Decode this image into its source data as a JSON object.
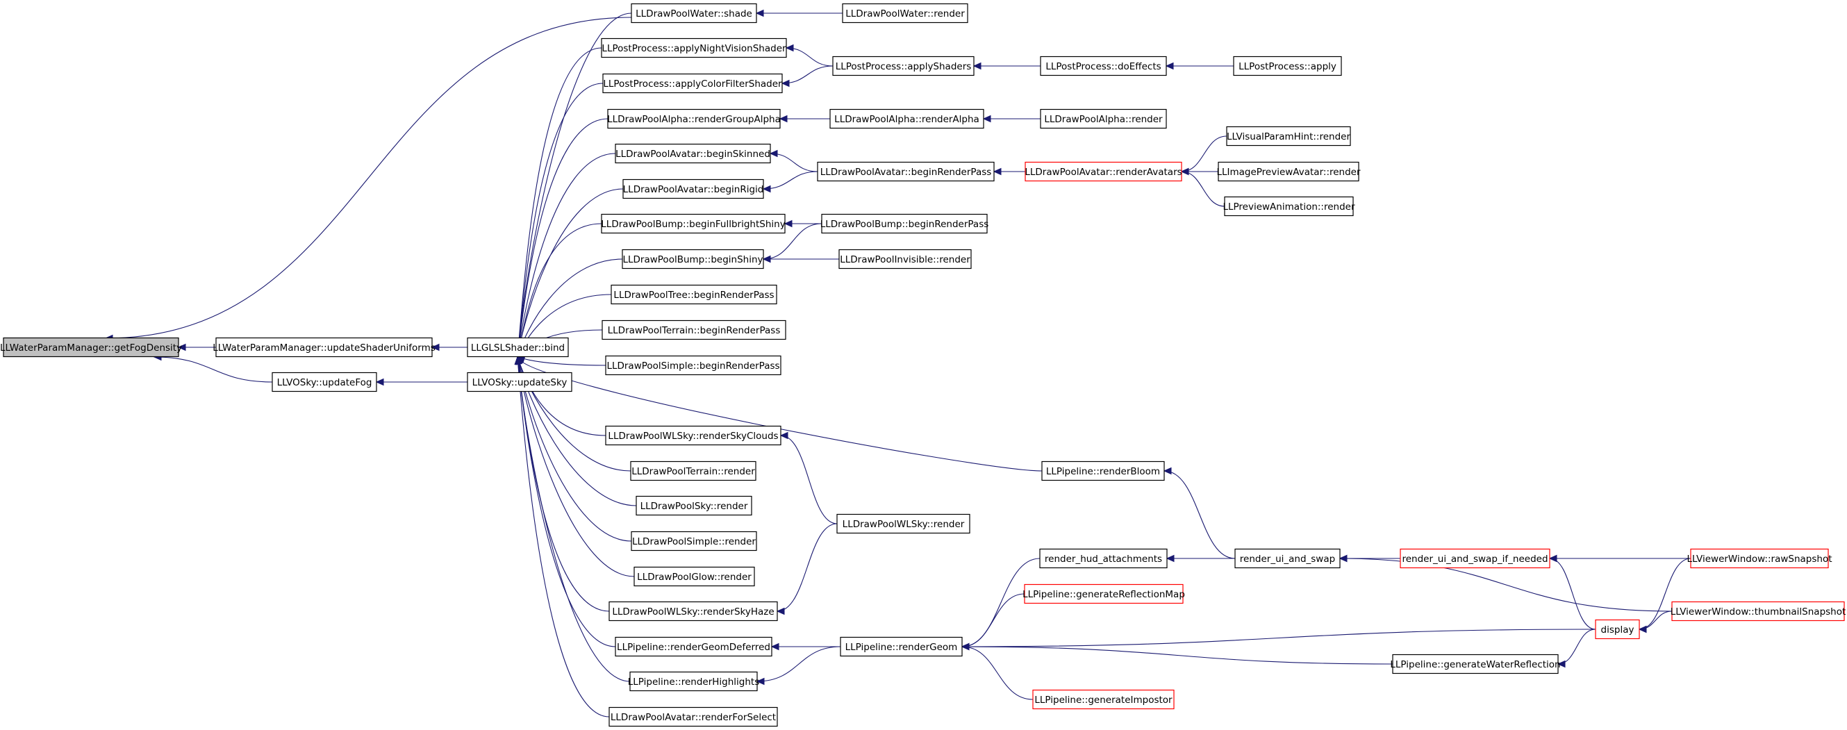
{
  "colors": {
    "edge": "#191970",
    "node_border": "#000000",
    "node_border_truncated": "#ff0000",
    "root_fill": "#bfbfbf",
    "node_fill": "#ffffff"
  },
  "nodes": [
    {
      "id": "root",
      "label": "LLWaterParamManager::getFogDensity",
      "kind": "root"
    },
    {
      "id": "updShUni",
      "label": "LLWaterParamManager::updateShaderUniforms"
    },
    {
      "id": "updFog",
      "label": "LLVOSky::updateFog"
    },
    {
      "id": "bind",
      "label": "LLGLSLShader::bind"
    },
    {
      "id": "updSky",
      "label": "LLVOSky::updateSky"
    },
    {
      "id": "wShade",
      "label": "LLDrawPoolWater::shade"
    },
    {
      "id": "wRender",
      "label": "LLDrawPoolWater::render"
    },
    {
      "id": "ppNV",
      "label": "LLPostProcess::applyNightVisionShader"
    },
    {
      "id": "ppCF",
      "label": "LLPostProcess::applyColorFilterShader"
    },
    {
      "id": "ppAS",
      "label": "LLPostProcess::applyShaders"
    },
    {
      "id": "ppDE",
      "label": "LLPostProcess::doEffects"
    },
    {
      "id": "ppA",
      "label": "LLPostProcess::apply"
    },
    {
      "id": "aRGA",
      "label": "LLDrawPoolAlpha::renderGroupAlpha"
    },
    {
      "id": "aRA",
      "label": "LLDrawPoolAlpha::renderAlpha"
    },
    {
      "id": "aR",
      "label": "LLDrawPoolAlpha::render"
    },
    {
      "id": "avBS",
      "label": "LLDrawPoolAvatar::beginSkinned"
    },
    {
      "id": "avBR",
      "label": "LLDrawPoolAvatar::beginRigid"
    },
    {
      "id": "avBRP",
      "label": "LLDrawPoolAvatar::beginRenderPass"
    },
    {
      "id": "avRA",
      "label": "LLDrawPoolAvatar::renderAvatars",
      "kind": "truncated"
    },
    {
      "id": "vph",
      "label": "LLVisualParamHint::render"
    },
    {
      "id": "ipa",
      "label": "LLImagePreviewAvatar::render"
    },
    {
      "id": "pa",
      "label": "LLPreviewAnimation::render"
    },
    {
      "id": "bFS",
      "label": "LLDrawPoolBump::beginFullbrightShiny"
    },
    {
      "id": "bBRP",
      "label": "LLDrawPoolBump::beginRenderPass"
    },
    {
      "id": "bBS",
      "label": "LLDrawPoolBump::beginShiny"
    },
    {
      "id": "invR",
      "label": "LLDrawPoolInvisible::render"
    },
    {
      "id": "treeBRP",
      "label": "LLDrawPoolTree::beginRenderPass"
    },
    {
      "id": "terBRP",
      "label": "LLDrawPoolTerrain::beginRenderPass"
    },
    {
      "id": "simBRP",
      "label": "LLDrawPoolSimple::beginRenderPass"
    },
    {
      "id": "wlRSC",
      "label": "LLDrawPoolWLSky::renderSkyClouds"
    },
    {
      "id": "terR",
      "label": "LLDrawPoolTerrain::render"
    },
    {
      "id": "skyR",
      "label": "LLDrawPoolSky::render"
    },
    {
      "id": "simR",
      "label": "LLDrawPoolSimple::render"
    },
    {
      "id": "glowR",
      "label": "LLDrawPoolGlow::render"
    },
    {
      "id": "wlRSH",
      "label": "LLDrawPoolWLSky::renderSkyHaze"
    },
    {
      "id": "wlR",
      "label": "LLDrawPoolWLSky::render"
    },
    {
      "id": "pRGD",
      "label": "LLPipeline::renderGeomDeferred"
    },
    {
      "id": "pRH",
      "label": "LLPipeline::renderHighlights"
    },
    {
      "id": "avRFS",
      "label": "LLDrawPoolAvatar::renderForSelect"
    },
    {
      "id": "pRB",
      "label": "LLPipeline::renderBloom"
    },
    {
      "id": "pRG",
      "label": "LLPipeline::renderGeom"
    },
    {
      "id": "rhud",
      "label": "render_hud_attachments"
    },
    {
      "id": "pGRM",
      "label": "LLPipeline::generateReflectionMap",
      "kind": "truncated"
    },
    {
      "id": "pGI",
      "label": "LLPipeline::generateImpostor",
      "kind": "truncated"
    },
    {
      "id": "ruas",
      "label": "render_ui_and_swap"
    },
    {
      "id": "ruasin",
      "label": "render_ui_and_swap_if_needed",
      "kind": "truncated"
    },
    {
      "id": "disp",
      "label": "display",
      "kind": "truncated"
    },
    {
      "id": "pGWR",
      "label": "LLPipeline::generateWaterReflection"
    },
    {
      "id": "vwRS",
      "label": "LLViewerWindow::rawSnapshot",
      "kind": "truncated"
    },
    {
      "id": "vwTS",
      "label": "LLViewerWindow::thumbnailSnapshot",
      "kind": "truncated"
    }
  ],
  "edges": [
    [
      "updShUni",
      "root"
    ],
    [
      "updFog",
      "root"
    ],
    [
      "wShade",
      "root"
    ],
    [
      "bind",
      "updShUni"
    ],
    [
      "updSky",
      "updFog"
    ],
    [
      "wRender",
      "wShade"
    ],
    [
      "ppNV",
      "bind"
    ],
    [
      "ppCF",
      "bind"
    ],
    [
      "aRGA",
      "bind"
    ],
    [
      "avBS",
      "bind"
    ],
    [
      "avBR",
      "bind"
    ],
    [
      "bFS",
      "bind"
    ],
    [
      "bBS",
      "bind"
    ],
    [
      "treeBRP",
      "bind"
    ],
    [
      "terBRP",
      "bind"
    ],
    [
      "simBRP",
      "bind"
    ],
    [
      "wShade",
      "bind"
    ],
    [
      "wlRSC",
      "bind"
    ],
    [
      "terR",
      "bind"
    ],
    [
      "skyR",
      "bind"
    ],
    [
      "simR",
      "bind"
    ],
    [
      "glowR",
      "bind"
    ],
    [
      "wlRSH",
      "bind"
    ],
    [
      "pRGD",
      "bind"
    ],
    [
      "pRH",
      "bind"
    ],
    [
      "avRFS",
      "bind"
    ],
    [
      "pRB",
      "bind"
    ],
    [
      "ppAS",
      "ppNV"
    ],
    [
      "ppAS",
      "ppCF"
    ],
    [
      "ppDE",
      "ppAS"
    ],
    [
      "ppA",
      "ppDE"
    ],
    [
      "aRA",
      "aRGA"
    ],
    [
      "aR",
      "aRA"
    ],
    [
      "avBRP",
      "avBS"
    ],
    [
      "avBRP",
      "avBR"
    ],
    [
      "avRA",
      "avBRP"
    ],
    [
      "vph",
      "avRA"
    ],
    [
      "ipa",
      "avRA"
    ],
    [
      "pa",
      "avRA"
    ],
    [
      "bBRP",
      "bFS"
    ],
    [
      "bBRP",
      "bBS"
    ],
    [
      "invR",
      "bBS"
    ],
    [
      "wlR",
      "wlRSC"
    ],
    [
      "wlR",
      "wlRSH"
    ],
    [
      "pRG",
      "pRGD"
    ],
    [
      "pRG",
      "pRH"
    ],
    [
      "rhud",
      "pRG"
    ],
    [
      "pGRM",
      "pRG"
    ],
    [
      "pGI",
      "pRG"
    ],
    [
      "disp",
      "pRG"
    ],
    [
      "pGWR",
      "pRG"
    ],
    [
      "ruas",
      "rhud"
    ],
    [
      "ruas",
      "pRB"
    ],
    [
      "ruasin",
      "ruas"
    ],
    [
      "vwRS",
      "ruas"
    ],
    [
      "vwTS",
      "ruas"
    ],
    [
      "disp",
      "ruasin"
    ],
    [
      "vwRS",
      "ruasin"
    ],
    [
      "disp",
      "pGWR"
    ],
    [
      "vwRS",
      "disp"
    ],
    [
      "vwTS",
      "disp"
    ]
  ]
}
